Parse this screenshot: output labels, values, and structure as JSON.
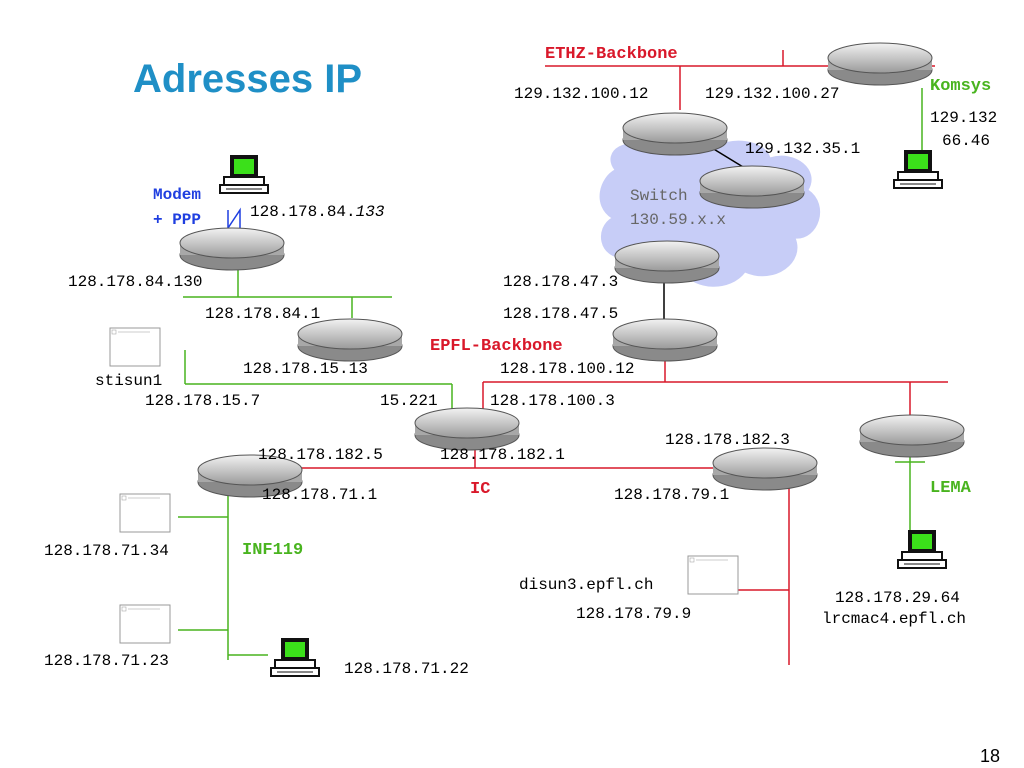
{
  "title": "Adresses IP",
  "page_number": "18",
  "networks": {
    "ethz_backbone": "ETHZ-Backbone",
    "komsys": "Komsys",
    "switch_line1": "Switch",
    "switch_line2": "130.59.x.x",
    "epfl_backbone": "EPFL-Backbone",
    "ic": "IC",
    "lema": "LEMA",
    "inf119": "INF119",
    "modem_line1": "Modem",
    "modem_line2": "+ PPP"
  },
  "addresses": {
    "a_129_132_100_12": "129.132.100.12",
    "a_129_132_100_27": "129.132.100.27",
    "komsys_addr_line1": "129.132",
    "komsys_addr_line2": "66.46",
    "a_129_132_35_1": "129.132.35.1",
    "modem_addr_prefix": "128.178.84.",
    "modem_addr_suffix": "133",
    "a_128_178_84_130": "128.178.84.130",
    "a_128_178_84_1": "128.178.84.1",
    "a_128_178_47_3": "128.178.47.3",
    "a_128_178_47_5": "128.178.47.5",
    "a_128_178_15_13": "128.178.15.13",
    "a_128_178_100_12": "128.178.100.12",
    "stisun1": "stisun1",
    "a_128_178_15_7": "128.178.15.7",
    "a_15_221": "15.221",
    "a_128_178_100_3": "128.178.100.3",
    "a_128_178_182_3": "128.178.182.3",
    "a_128_178_182_5": "128.178.182.5",
    "a_128_178_182_1": "128.178.182.1",
    "a_128_178_71_1": "128.178.71.1",
    "a_128_178_79_1": "128.178.79.1",
    "a_128_178_71_34": "128.178.71.34",
    "disun3": "disun3.epfl.ch",
    "a_128_178_79_9": "128.178.79.9",
    "a_128_178_29_64": "128.178.29.64",
    "lrcmac4": "lrcmac4.epfl.ch",
    "a_128_178_71_23": "128.178.71.23",
    "a_128_178_71_22": "128.178.71.22"
  },
  "colors": {
    "title": "#1f8fc6",
    "red_link": "#d9182a",
    "green_link": "#49b41f",
    "blue_link": "#1f3fe0",
    "cloud": "#c7cdf7",
    "router_fill": "#c8c8c8"
  },
  "icons": [
    "router-icon",
    "computer-icon",
    "server-placeholder-icon",
    "cloud-icon"
  ]
}
